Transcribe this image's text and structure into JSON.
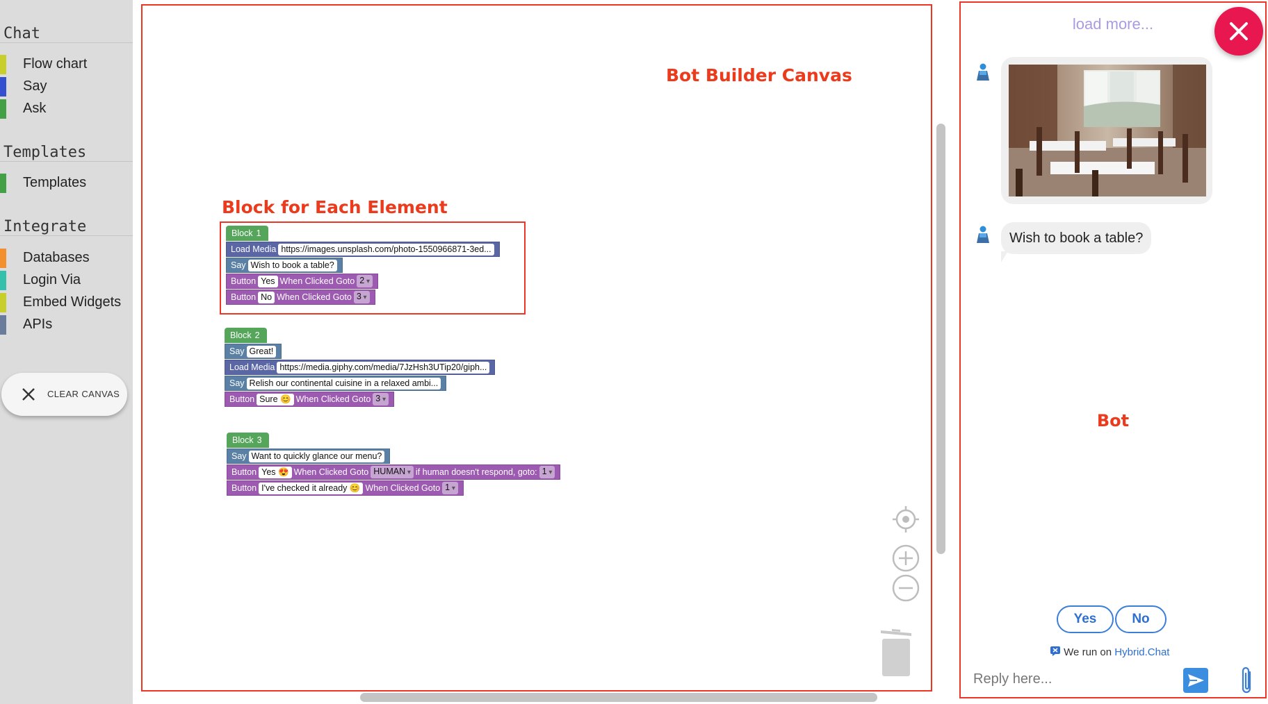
{
  "sidebar": {
    "categories": [
      {
        "title": "Chat",
        "items": [
          {
            "label": "Flow chart",
            "color": "#c8cf2a"
          },
          {
            "label": "Say",
            "color": "#3350d0"
          },
          {
            "label": "Ask",
            "color": "#43a047"
          }
        ]
      },
      {
        "title": "Templates",
        "items": [
          {
            "label": "Templates",
            "color": "#43a047"
          }
        ]
      },
      {
        "title": "Integrate",
        "items": [
          {
            "label": "Databases",
            "color": "#f3902d"
          },
          {
            "label": "Login Via",
            "color": "#35c0ac"
          },
          {
            "label": "Embed Widgets",
            "color": "#c8cf2a"
          },
          {
            "label": "APIs",
            "color": "#6a7b9c"
          }
        ]
      }
    ],
    "clear_canvas_label": "CLEAR CANVAS"
  },
  "canvas": {
    "heading": "Bot Builder Canvas",
    "annotation": "Block for Each Element",
    "blocks": [
      {
        "hat": {
          "label": "Block",
          "number": "1"
        },
        "rows": [
          {
            "type": "media",
            "keyword": "Load Media",
            "field": "https://images.unsplash.com/photo-1550966871-3ed..."
          },
          {
            "type": "say",
            "keyword": "Say",
            "field": "Wish to book a table?"
          },
          {
            "type": "button",
            "keyword": "Button",
            "field": "Yes",
            "goto_label": "When Clicked Goto",
            "goto_value": "2"
          },
          {
            "type": "button",
            "keyword": "Button",
            "field": "No",
            "goto_label": "When Clicked Goto",
            "goto_value": "3"
          }
        ]
      },
      {
        "hat": {
          "label": "Block",
          "number": "2"
        },
        "rows": [
          {
            "type": "say",
            "keyword": "Say",
            "field": "Great!"
          },
          {
            "type": "media",
            "keyword": "Load Media",
            "field": "https://media.giphy.com/media/7JzHsh3UTip20/giph..."
          },
          {
            "type": "say",
            "keyword": "Say",
            "field": "Relish our continental cuisine in a relaxed ambi..."
          },
          {
            "type": "button",
            "keyword": "Button",
            "field": "Sure 😊",
            "goto_label": "When Clicked Goto",
            "goto_value": "3"
          }
        ]
      },
      {
        "hat": {
          "label": "Block",
          "number": "3"
        },
        "rows": [
          {
            "type": "say",
            "keyword": "Say",
            "field": "Want to quickly glance our menu?"
          },
          {
            "type": "button",
            "keyword": "Button",
            "field": "Yes 😍",
            "goto_label": "When Clicked Goto",
            "goto_value": "HUMAN",
            "extra_label": "if human doesn't respond, goto:",
            "extra_value": "1"
          },
          {
            "type": "button",
            "keyword": "Button",
            "field": "I've checked it already 😊",
            "goto_label": "When Clicked Goto",
            "goto_value": "1"
          }
        ]
      }
    ]
  },
  "bot_panel": {
    "load_more": "load more...",
    "message_text": "Wish to book a table?",
    "label": "Bot",
    "quick_replies": [
      "Yes",
      "No"
    ],
    "run_on_prefix": "We run on",
    "run_on_link": "Hybrid.Chat",
    "reply_placeholder": "Reply here..."
  }
}
